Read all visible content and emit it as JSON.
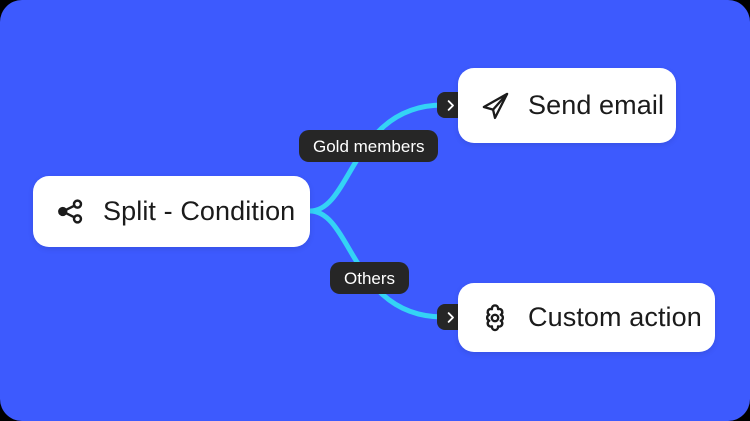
{
  "canvas": {
    "background_color": "#3d5afe",
    "connector_color": "#34d3f5",
    "node_background": "#ffffff",
    "pill_background": "#262626",
    "pill_text_color": "#ffffff",
    "node_text_color": "#1b1b1b"
  },
  "nodes": [
    {
      "id": "split-condition",
      "label": "Split - Condition",
      "icon": "share-split-icon"
    },
    {
      "id": "send-email",
      "label": "Send email",
      "icon": "paper-plane-icon"
    },
    {
      "id": "custom-action",
      "label": "Custom action",
      "icon": "gear-icon"
    }
  ],
  "branches": [
    {
      "id": "gold-members",
      "label": "Gold members",
      "from": "split-condition",
      "to": "send-email"
    },
    {
      "id": "others",
      "label": "Others",
      "from": "split-condition",
      "to": "custom-action"
    }
  ],
  "connector_badges": [
    {
      "id": "send-email-entry",
      "icon": "chevron-right-icon"
    },
    {
      "id": "custom-action-entry",
      "icon": "chevron-right-icon"
    }
  ]
}
